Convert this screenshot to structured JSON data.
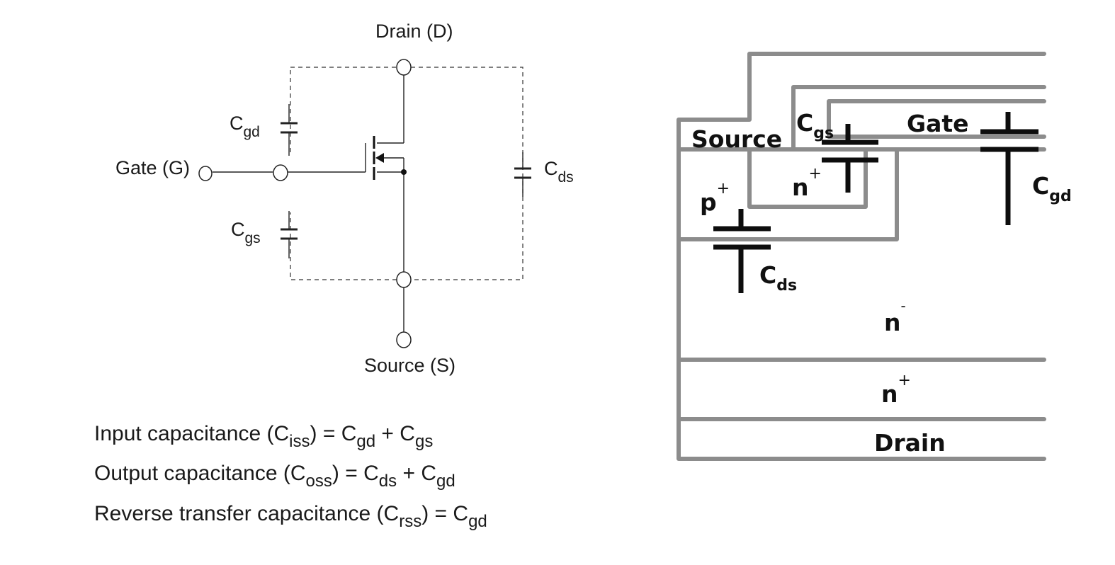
{
  "circuit": {
    "drain_label": "Drain (D)",
    "gate_label": "Gate (G)",
    "source_label": "Source (S)",
    "cap_gd": {
      "base": "C",
      "sub": "gd"
    },
    "cap_gs": {
      "base": "C",
      "sub": "gs"
    },
    "cap_ds": {
      "base": "C",
      "sub": "ds"
    }
  },
  "equations": [
    {
      "name": "Input capacitance",
      "sym_base": "C",
      "sym_sub": "iss",
      "rhs": [
        {
          "base": "C",
          "sub": "gd"
        },
        {
          "op": "+"
        },
        {
          "base": "C",
          "sub": "gs"
        }
      ]
    },
    {
      "name": "Output capacitance",
      "sym_base": "C",
      "sym_sub": "oss",
      "rhs": [
        {
          "base": "C",
          "sub": "ds"
        },
        {
          "op": "+"
        },
        {
          "base": "C",
          "sub": "gd"
        }
      ]
    },
    {
      "name": "Reverse transfer capacitance",
      "sym_base": "C",
      "sym_sub": "rss",
      "rhs": [
        {
          "base": "C",
          "sub": "gd"
        }
      ]
    }
  ],
  "cross_section": {
    "source_label": "Source",
    "gate_label": "Gate",
    "drain_label": "Drain",
    "regions": {
      "p_plus": {
        "base": "p",
        "sup": "+"
      },
      "n_plus_source": {
        "base": "n",
        "sup": "+"
      },
      "n_minus": {
        "base": "n",
        "sup": "-"
      },
      "n_plus_substrate": {
        "base": "n",
        "sup": "+"
      }
    },
    "caps": {
      "cgs": {
        "base": "C",
        "sub": "gs"
      },
      "cgd": {
        "base": "C",
        "sub": "gd"
      },
      "cds": {
        "base": "C",
        "sub": "ds"
      }
    }
  },
  "colors": {
    "layer_gray": "#8c8c8c",
    "text": "#1a1a1a",
    "paren_blue": "#1b2a4a"
  }
}
